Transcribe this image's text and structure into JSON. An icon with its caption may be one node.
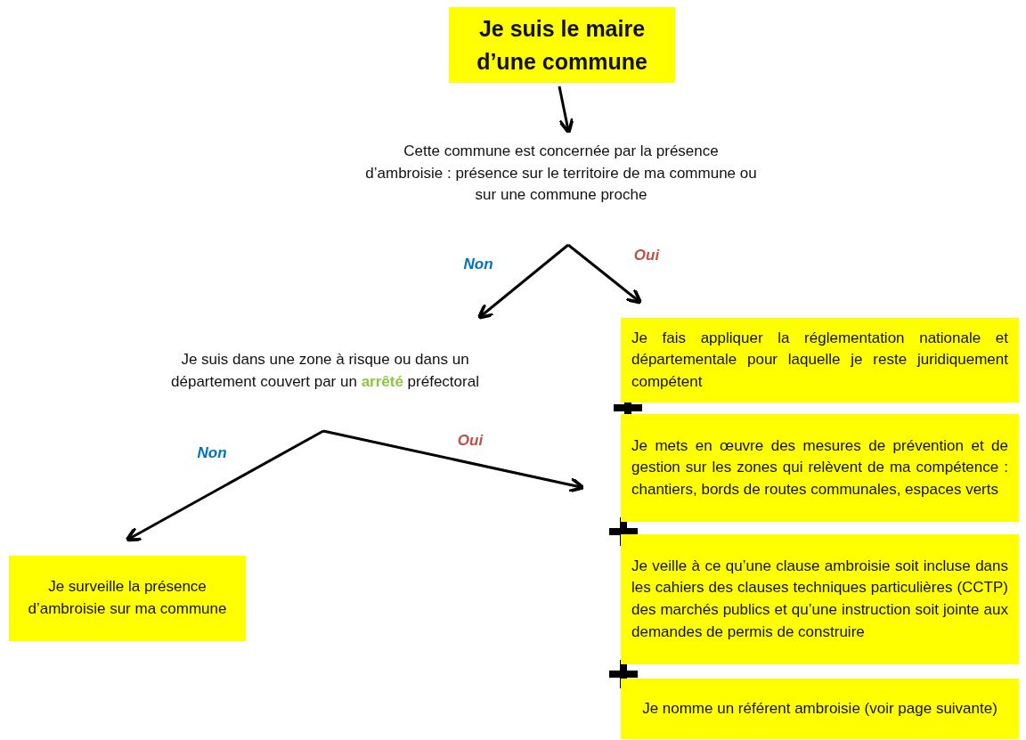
{
  "diagram": {
    "nodes": [
      {
        "text": [
          "Je suis le maire d’une commune"
        ]
      },
      {
        "text": [
          "Cette commune est concernée par la présence d’ambroisie : présence sur le territoire de ma commune ou sur une commune proche"
        ]
      },
      {
        "text": [
          "Je suis dans une zone à risque ou dans un département couvert par un **arrêté** préfectoral"
        ]
      },
      {
        "text": [
          "Je fais appliquer la réglementation nationale et départementale pour laquelle je reste juridiquement compétent"
        ]
      },
      {
        "text": [
          "Je mets en œuvre des mesures de prévention et de gestion sur les zones qui relèvent de ma compétence : chantiers, bords de routes communales, espaces verts"
        ]
      },
      {
        "text": [
          "Je veille à ce qu’une clause ambroisie soit incluse dans les cahiers des clauses techniques particulières (CCTP) des marchés publics et qu’une instruction soit jointe aux demandes de permis de construire"
        ]
      },
      {
        "text": [
          "Je nomme un référent ambroisie (voir page suivante)"
        ]
      },
      {
        "text": [
          "Je surveille la présence d’ambroisie sur ma commune"
        ]
      }
    ],
    "edges": [
      {
        "from": 0,
        "to": 1,
        "arrow": "to"
      },
      {
        "from": 1,
        "to": 2,
        "arrow": "to",
        "label": "Non"
      },
      {
        "from": 1,
        "to": 3,
        "arrow": "to",
        "label": "Oui"
      },
      {
        "from": 2,
        "to": 7,
        "arrow": "to",
        "label": "Non"
      },
      {
        "from": 2,
        "to": 4,
        "arrow": "to",
        "label": "Oui"
      }
    ]
  }
}
